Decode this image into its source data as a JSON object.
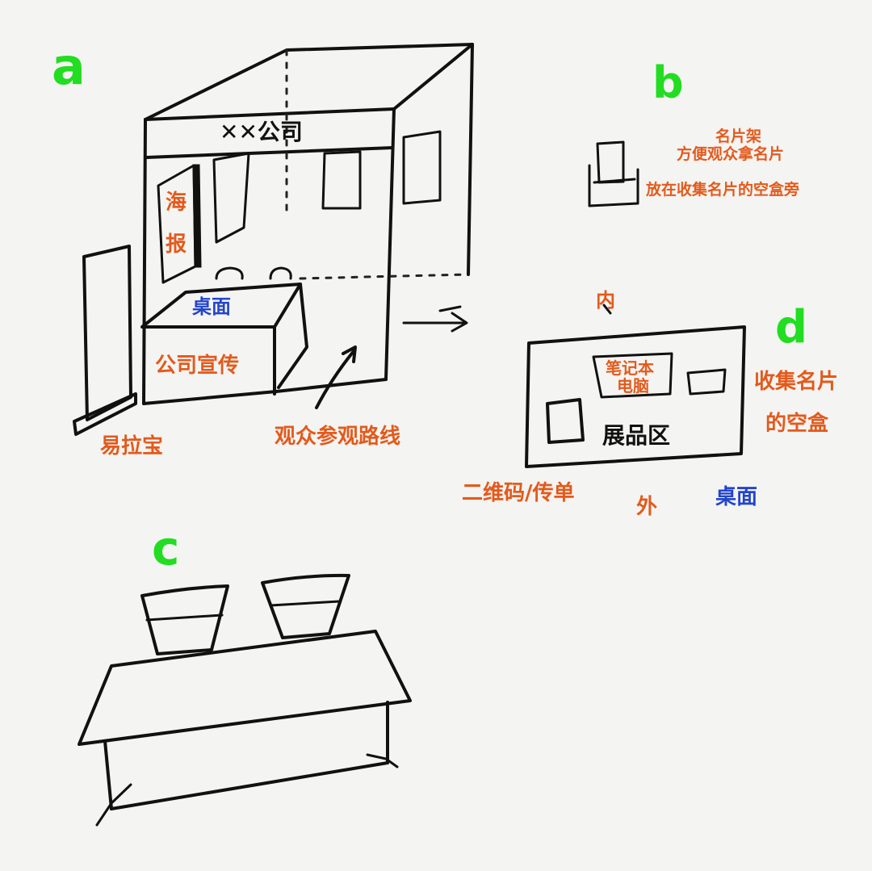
{
  "colors": {
    "section": "#22dd22",
    "orange_label": "#e35a1c",
    "blue_label": "#2244cc",
    "ink": "#111111",
    "paper": "#f4f4f2"
  },
  "sections": {
    "a": "a",
    "b": "b",
    "c": "c",
    "d": "d"
  },
  "a": {
    "company_sign": "公司",
    "poster": [
      "海",
      "报"
    ],
    "desk_top": "桌面",
    "company_promo": "公司宣传",
    "rollup_banner": "易拉宝",
    "visitor_route": "观众参观路线"
  },
  "b": {
    "card_holder": "名片架",
    "convenient": "方便观众拿名片",
    "placement": "放在收集名片的空盒旁"
  },
  "d": {
    "inside": "内",
    "outside": "外",
    "laptop_line1": "笔记本",
    "laptop_line2": "电脑",
    "exhibit_area": "展品区",
    "collect_cards_line1": "收集名片",
    "collect_cards_line2": "的空盒",
    "qr_flyer": "二维码/传单",
    "desk_top": "桌面"
  }
}
